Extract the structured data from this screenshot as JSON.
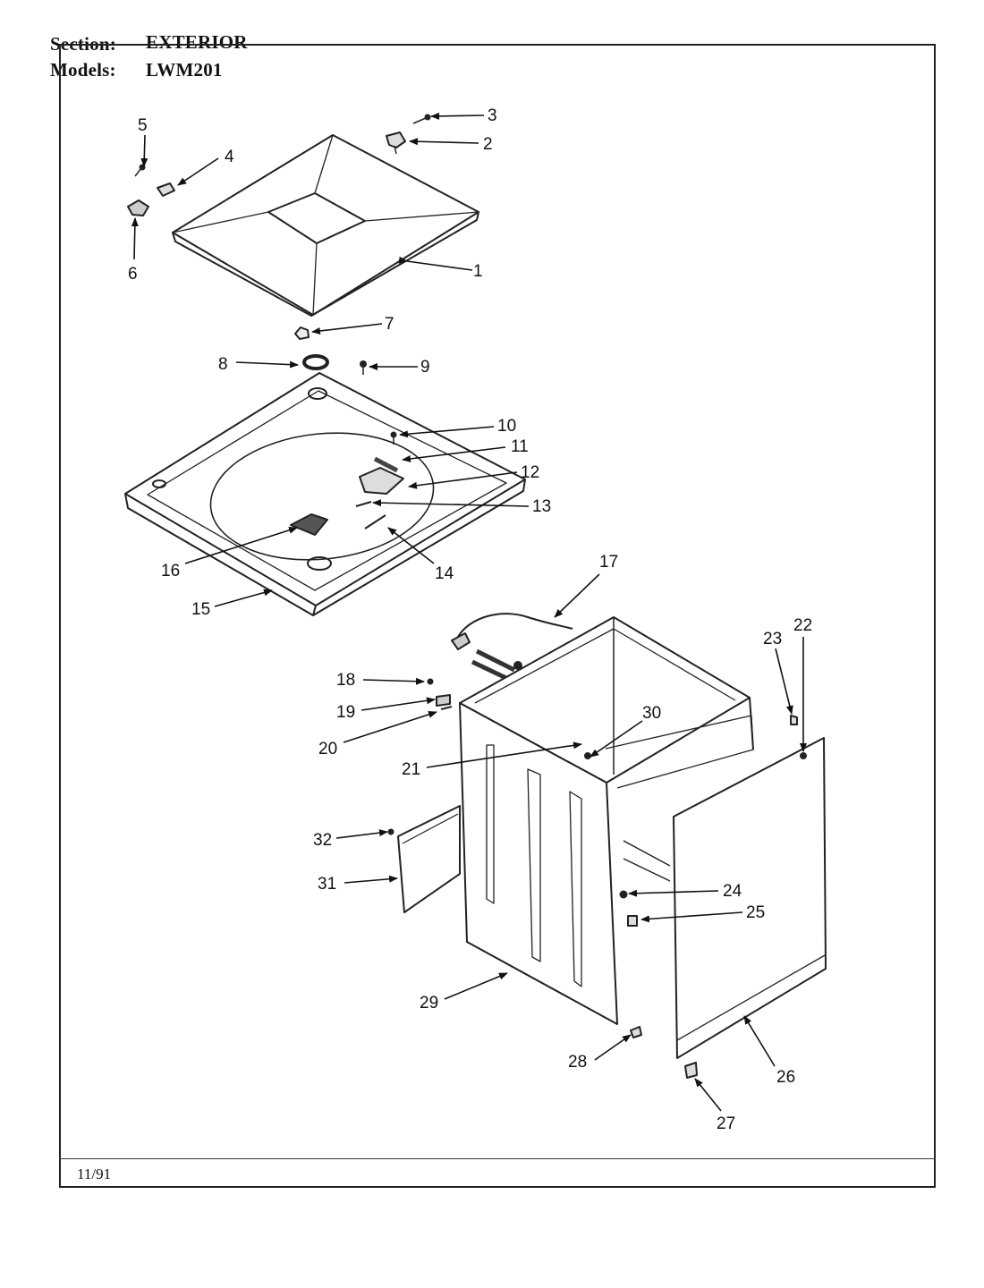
{
  "header": {
    "section_label": "Section:",
    "section_value": "EXTERIOR",
    "models_label": "Models:",
    "models_value": "LWM201"
  },
  "footer": {
    "date": "11/91"
  },
  "callouts": [
    "1",
    "2",
    "3",
    "4",
    "5",
    "6",
    "7",
    "8",
    "9",
    "10",
    "11",
    "12",
    "13",
    "14",
    "15",
    "16",
    "17",
    "18",
    "19",
    "20",
    "21",
    "22",
    "23",
    "24",
    "25",
    "26",
    "27",
    "28",
    "29",
    "30",
    "31",
    "32"
  ]
}
